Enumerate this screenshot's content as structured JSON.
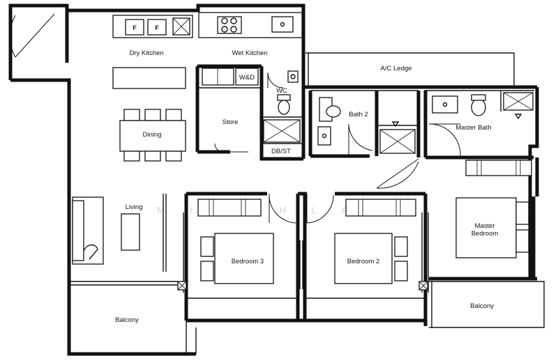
{
  "rooms": {
    "dry_kitchen": "Dry Kitchen",
    "wet_kitchen": "Wet Kitchen",
    "ac_ledge": "A/C Ledge",
    "wd": "W&D",
    "wc": "WC",
    "store": "Store",
    "bath2": "Bath 2",
    "master_bath": "Master Bath",
    "dining": "Dining",
    "dbst": "DB/ST",
    "living": "Living",
    "master_bedroom_line1": "Master",
    "master_bedroom_line2": "Bedroom",
    "bedroom3": "Bedroom 3",
    "bedroom2": "Bedroom 2",
    "balcony_left": "Balcony",
    "balcony_right": "Balcony"
  },
  "fixtures": {
    "fridge_a": "F",
    "fridge_b": "F"
  },
  "watermark": "MIKAHLAHH"
}
